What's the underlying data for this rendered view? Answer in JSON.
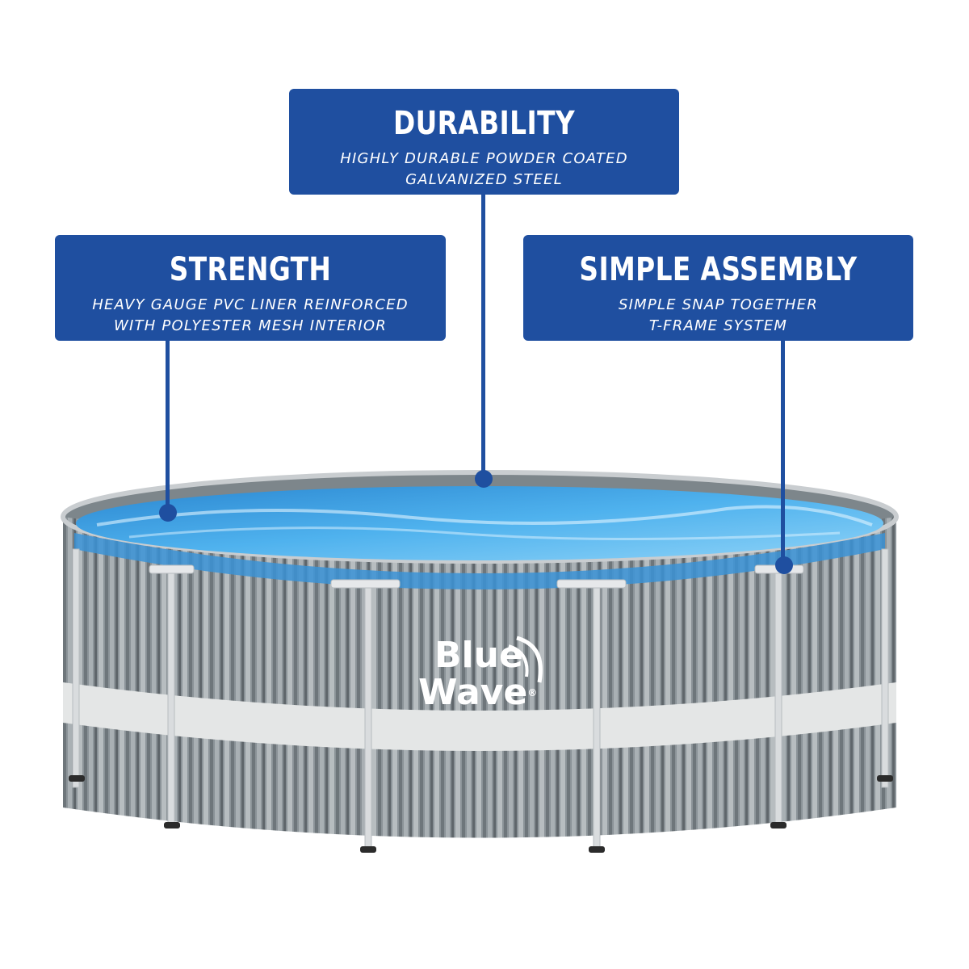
{
  "callouts": {
    "durability": {
      "title": "DURABILITY",
      "line1": "HIGHLY DURABLE POWDER COATED",
      "line2": "GALVANIZED STEEL"
    },
    "strength": {
      "title": "STRENGTH",
      "line1": "HEAVY GAUGE PVC LINER REINFORCED",
      "line2": "WITH POLYESTER MESH INTERIOR"
    },
    "assembly": {
      "title": "SIMPLE ASSEMBLY",
      "line1": "SIMPLE SNAP TOGETHER",
      "line2": "T-FRAME SYSTEM"
    }
  },
  "logo": {
    "line1": "Blue",
    "line2": "Wave",
    "registered": "®"
  },
  "colors": {
    "callout_blue": "#1f4fa0",
    "water_blue": "#3fa3e6",
    "wall_gray": "#8c9499",
    "band_white": "#e4e6e6"
  }
}
